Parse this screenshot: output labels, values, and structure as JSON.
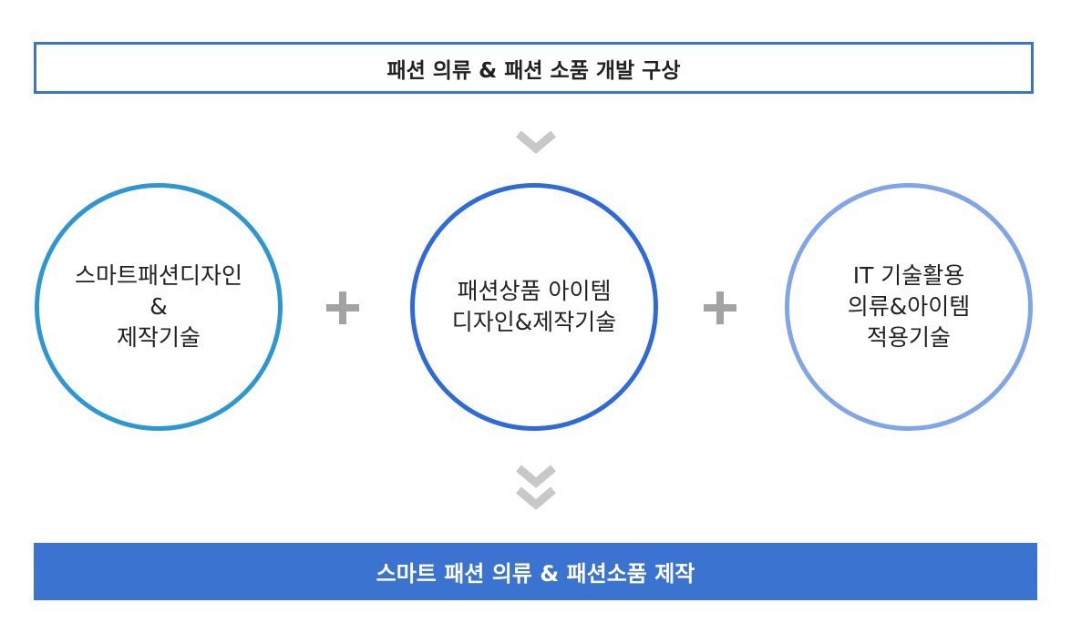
{
  "header": {
    "title": "패션 의류 & 패션 소품 개발 구상"
  },
  "circles": [
    {
      "lines": [
        "스마트패션디자인",
        "&",
        "제작기술"
      ],
      "border_color": "#2b98d6"
    },
    {
      "lines": [
        "패션상품 아이템",
        "디자인&제작기술"
      ],
      "border_color": "#2d6ae0"
    },
    {
      "lines": [
        "IT 기술활용",
        "의류&아이템",
        "적용기술"
      ],
      "border_color": "#7fa6ea"
    }
  ],
  "icons": {
    "arrow_single": "chevron-down-icon",
    "plus": "plus-icon",
    "arrow_double": "double-chevron-down-icon"
  },
  "colors": {
    "accent": "#3b73d1",
    "bar": "#3b73d1",
    "icon_gray": "#c8c8c8",
    "plus_gray": "#a3a3a3"
  },
  "footer": {
    "title": "스마트 패션 의류 & 패션소품 제작"
  }
}
